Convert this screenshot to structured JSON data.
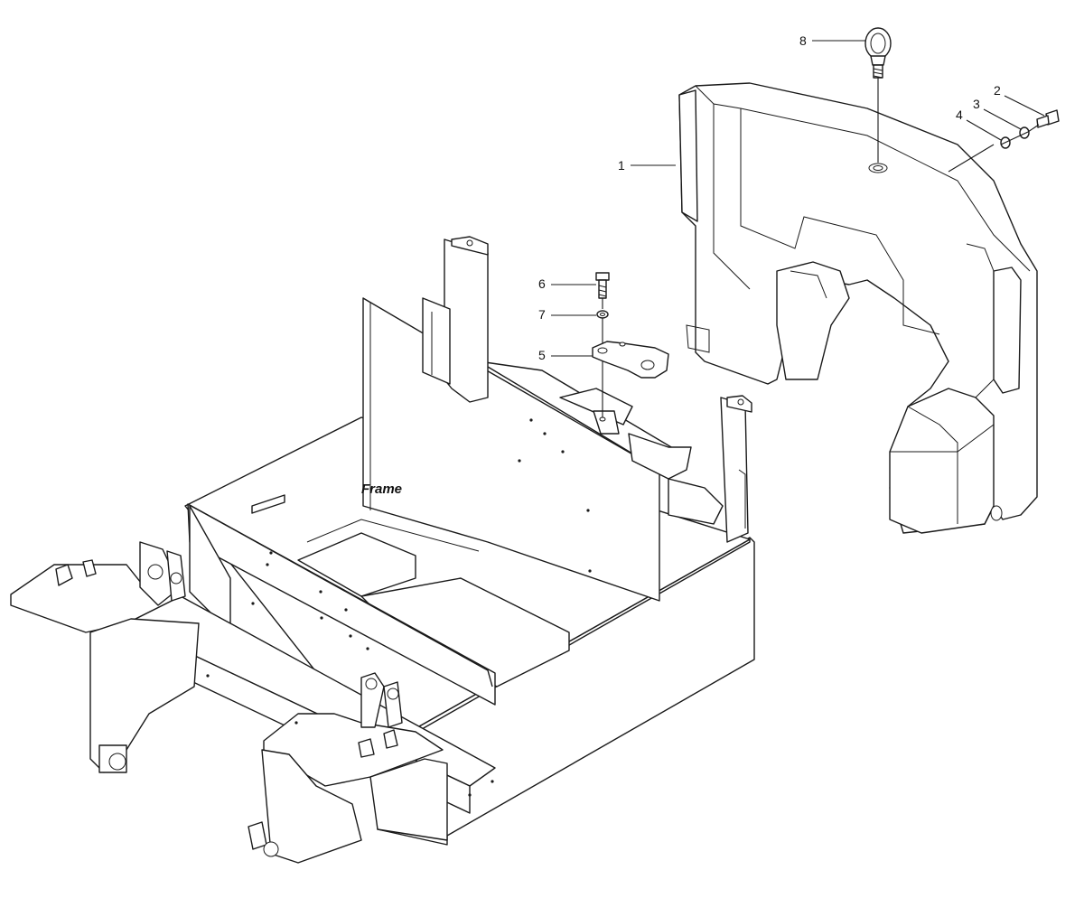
{
  "diagram": {
    "frame_label": "Frame",
    "callouts": [
      {
        "id": "1",
        "label": "1"
      },
      {
        "id": "2",
        "label": "2"
      },
      {
        "id": "3",
        "label": "3"
      },
      {
        "id": "4",
        "label": "4"
      },
      {
        "id": "5",
        "label": "5"
      },
      {
        "id": "6",
        "label": "6"
      },
      {
        "id": "7",
        "label": "7"
      },
      {
        "id": "8",
        "label": "8"
      }
    ]
  },
  "colors": {
    "line": "#1a1a1a",
    "background": "#ffffff"
  }
}
